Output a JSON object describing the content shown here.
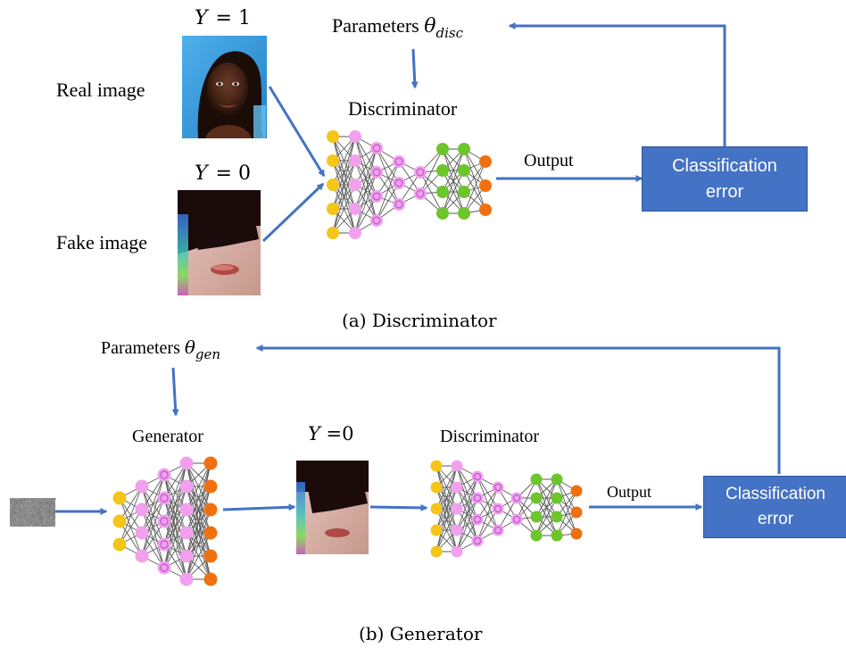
{
  "colors": {
    "arrow": "#4472c4",
    "box_fill": "#4472c4",
    "box_text": "#ffffff",
    "node_input": "#f5c518",
    "node_pink": "#f2a0ee",
    "node_pink_ring": "#c060d0",
    "node_green": "#6cc52b",
    "node_output": "#f07010",
    "noise_patch": "#8a8a8a"
  },
  "panel_a": {
    "label_y1_var": "Y",
    "label_y1_val": "= 1",
    "label_y0_var": "Y",
    "label_y0_val": "= 0",
    "real_image_label": "Real image",
    "fake_image_label": "Fake image",
    "params_label": "Parameters ",
    "params_symbol": "θ",
    "params_sub": "disc",
    "discriminator_label": "Discriminator",
    "output_label": "Output",
    "error_box_line1": "Classification",
    "error_box_line2": "error",
    "caption": "(a) Discriminator"
  },
  "panel_b": {
    "params_label": "Parameters ",
    "params_symbol": "θ",
    "params_sub": "gen",
    "generator_label": "Generator",
    "label_y0_var": "Y",
    "label_y0_val": " =0",
    "discriminator_label": "Discriminator",
    "output_label": "Output",
    "error_box_line1": "Classification",
    "error_box_line2": "error",
    "caption": "(b) Generator"
  }
}
